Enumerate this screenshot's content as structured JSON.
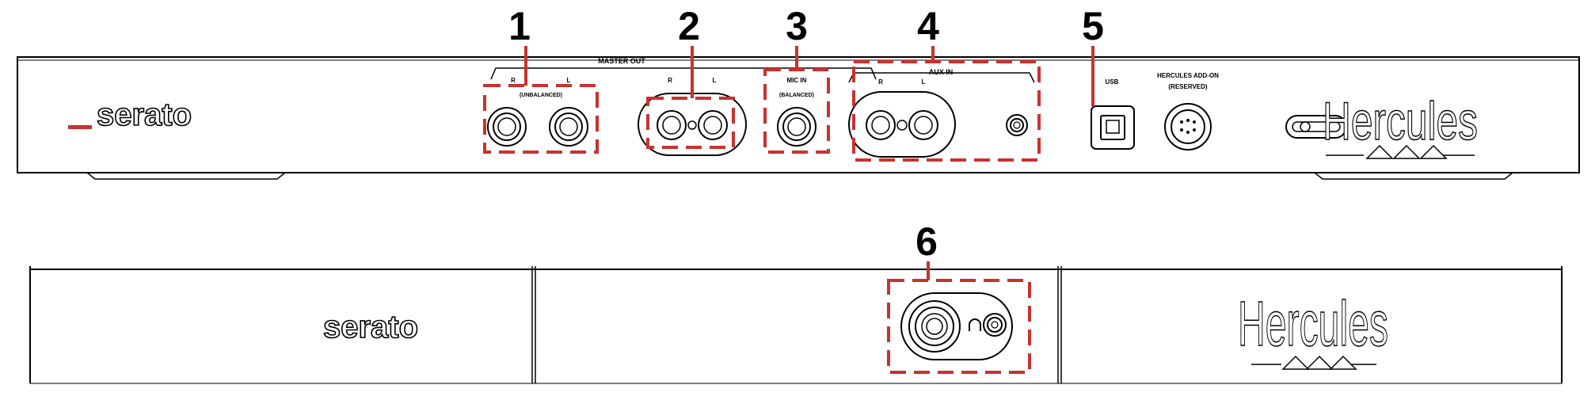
{
  "callouts": {
    "c1": "1",
    "c2": "2",
    "c3": "3",
    "c4": "4",
    "c5": "5",
    "c6": "6"
  },
  "back_panel": {
    "master_out": "MASTER OUT",
    "r1": "R",
    "l1": "L",
    "unbalanced": "(UNBALANCED)",
    "r2": "R",
    "l2": "L",
    "mic_in": "MIC IN",
    "balanced": "(BALANCED)",
    "aux_in": "AUX IN",
    "r3": "R",
    "l3": "L",
    "usb": "USB",
    "addon": "HERCULES ADD-ON",
    "reserved": "(RESERVED)"
  },
  "logos": {
    "serato": "serato",
    "hercules": "Hercules"
  },
  "colors": {
    "highlight": "#c8322f",
    "outline": "#000000"
  }
}
